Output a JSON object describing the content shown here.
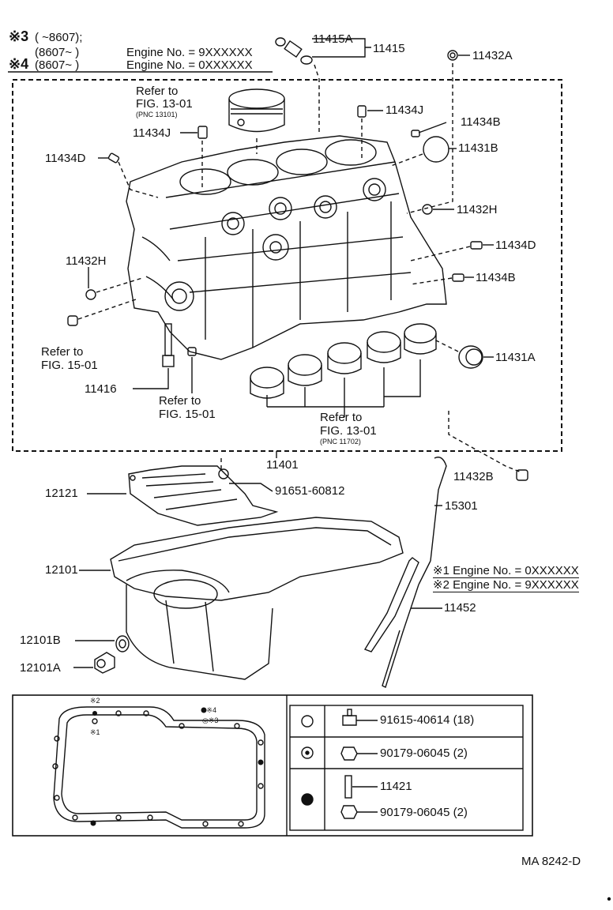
{
  "header_notes": {
    "note3_mark": "※3",
    "note3_range": "(      ~8607);",
    "note3_line2_range": "(8607~      )",
    "note3_engine": "Engine No. = 9XXXXXX",
    "note4_mark": "※4",
    "note4_range": "(8607~      )",
    "note4_engine": "Engine No. = 0XXXXXX"
  },
  "part_labels": {
    "p11415A": "11415A",
    "p11415": "11415",
    "p11432A": "11432A",
    "refer_piston_1": "Refer to",
    "refer_piston_2": "FIG. 13-01",
    "refer_piston_3": "(PNC 13101)",
    "p11434J_top": "11434J",
    "p11434J_left": "11434J",
    "p11434B_top": "11434B",
    "p11431B": "11431B",
    "p11434D_left": "11434D",
    "p11432H_right": "11432H",
    "p11434D_right": "11434D",
    "p11432H_left": "11432H",
    "p11434B_right": "11434B",
    "refer_left_1": "Refer to",
    "refer_left_2": "FIG. 15-01",
    "p11431A": "11431A",
    "p11416": "11416",
    "refer_mid_1": "Refer to",
    "refer_mid_2": "FIG. 15-01",
    "refer_bearing_1": "Refer to",
    "refer_bearing_2": "FIG. 13-01",
    "refer_bearing_3": "(PNC 11702)",
    "p11401": "11401",
    "p11432B": "11432B",
    "p12121": "12121",
    "p91651": "91651-60812",
    "p15301": "15301",
    "p12101": "12101",
    "note1": "※1 Engine No. = 0XXXXXX",
    "note2": "※2 Engine No. = 9XXXXXX",
    "p11452": "11452",
    "p12101B": "12101B",
    "p12101A": "12101A"
  },
  "gasket_marks": {
    "m2": "※2",
    "m1": "※1",
    "m4": "●※4",
    "m3": "◎※3"
  },
  "legend": {
    "row1_part": "91615-40614 (18)",
    "row2_part": "90179-06045 (2)",
    "row3_part_a": "11421",
    "row3_part_b": "90179-06045 (2)"
  },
  "footer": {
    "code": "MA 8242-D"
  }
}
